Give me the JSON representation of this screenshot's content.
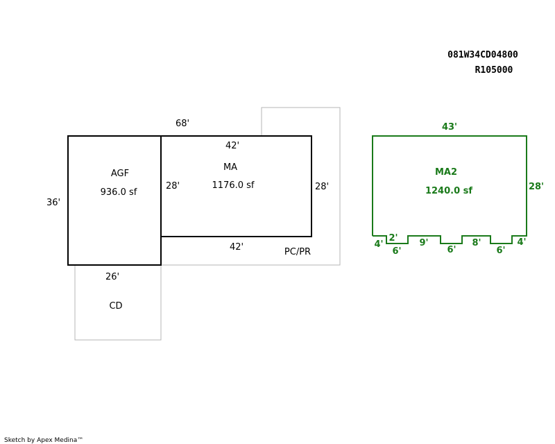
{
  "header": {
    "parcel_id": "081W34CD04800",
    "account": "R105000"
  },
  "sketch": {
    "total_width_label": "68'",
    "agf": {
      "name": "AGF",
      "area": "936.0 sf",
      "depth_label": "36'",
      "bottom_label": "26'"
    },
    "ma": {
      "name": "MA",
      "area": "1176.0 sf",
      "top_label": "42'",
      "left_label": "28'",
      "right_label": "28'",
      "bottom_label": "42'"
    },
    "pc_pr": {
      "name": "PC/PR"
    },
    "cd": {
      "name": "CD"
    },
    "ma2": {
      "name": "MA2",
      "area": "1240.0 sf",
      "top_label": "43'",
      "right_label": "28'",
      "bottom_labels": [
        "4'",
        "2'",
        "6'",
        "9'",
        "6'",
        "8'",
        "6'",
        "4'"
      ]
    },
    "colors": {
      "solid_line": "#000000",
      "dashed_line": "#b4b4b4",
      "ma2_line": "#1a7a1a"
    }
  },
  "footer": {
    "credit": "Sketch by Apex Medina™"
  }
}
